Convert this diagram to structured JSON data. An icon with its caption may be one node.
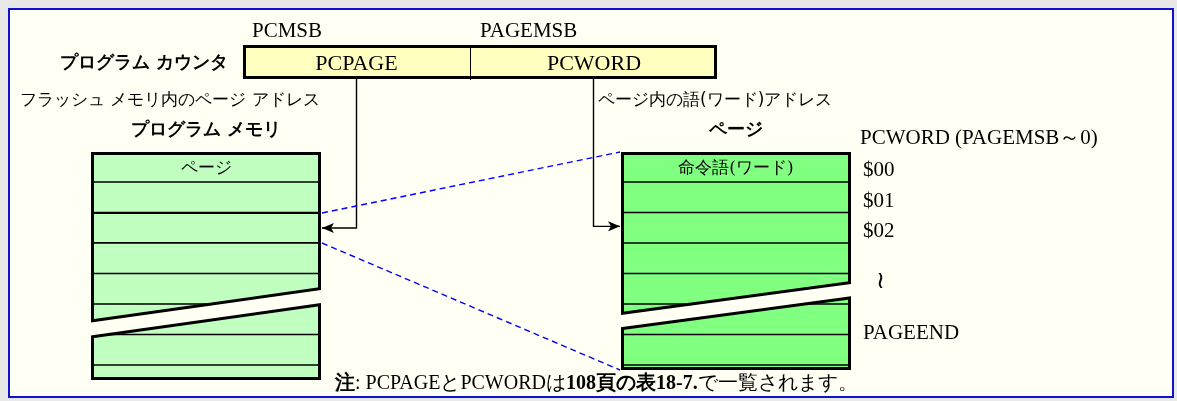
{
  "diagram": {
    "nodes": [
      {
        "text": [
          "プログラム カウンタ"
        ]
      },
      {
        "text": [
          "PCPAGE"
        ],
        "in": 0
      },
      {
        "text": [
          "PCWORD"
        ],
        "in": 0
      },
      {
        "text": [
          "プログラム メモリ"
        ]
      },
      {
        "text": [
          "ページ"
        ],
        "in": 3
      },
      {
        "text": [],
        "shape": "box",
        "in": 3
      },
      {
        "text": [
          "ページ"
        ]
      },
      {
        "text": [
          "命令語(ワード)"
        ],
        "in": 6
      }
    ],
    "edges": [
      {
        "from": 1,
        "to": 5,
        "arrow": "to",
        "label": "フラッシュ メモリ内のページ アドレス"
      },
      {
        "from": 2,
        "to": 6,
        "arrow": "to",
        "label": "ページ内の語(ワード)アドレス"
      },
      {
        "from": 5,
        "to": 6,
        "arrow": "none",
        "style": "dashed",
        "color": "#0000ff"
      },
      {
        "from": 5,
        "to": 6,
        "arrow": "none",
        "style": "dashed",
        "color": "#0000ff"
      }
    ],
    "labels": [
      "PCMSB",
      "PAGEMSB",
      "PCWORD (PAGEMSB～0)",
      "$00",
      "$01",
      "$02",
      "≀",
      "PAGEEND",
      "**注**: PCPAGEとPCWORDは**108頁の表18-7.**で一覧されます。"
    ]
  }
}
